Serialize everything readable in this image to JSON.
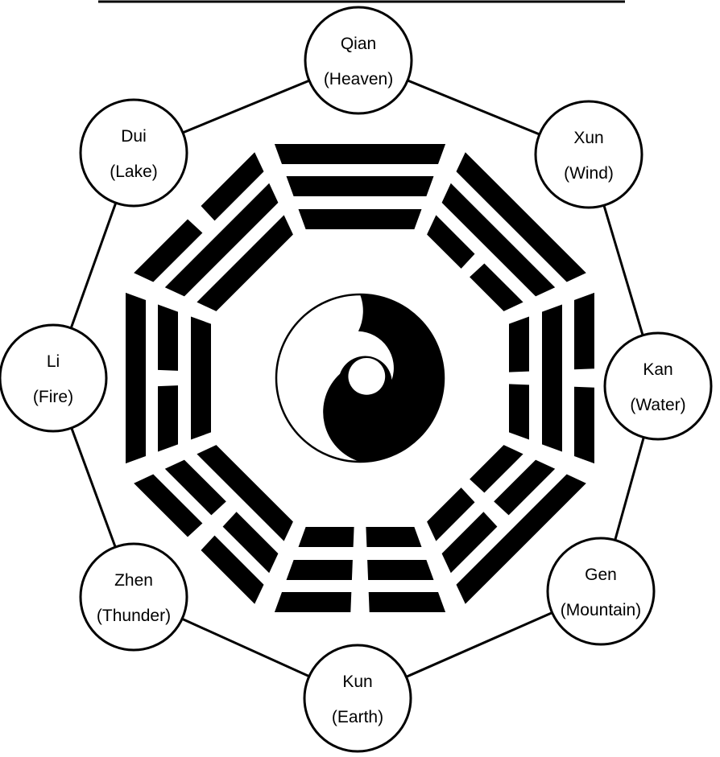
{
  "colors": {
    "ink": "#000000",
    "paper": "#ffffff"
  },
  "trigrams": [
    {
      "name": "Qian",
      "meaning": "(Heaven)",
      "lines": [
        "yang",
        "yang",
        "yang"
      ]
    },
    {
      "name": "Xun",
      "meaning": "(Wind)",
      "lines": [
        "yang",
        "yang",
        "yin"
      ]
    },
    {
      "name": "Kan",
      "meaning": "(Water)",
      "lines": [
        "yin",
        "yang",
        "yin"
      ]
    },
    {
      "name": "Gen",
      "meaning": "(Mountain)",
      "lines": [
        "yang",
        "yin",
        "yin"
      ]
    },
    {
      "name": "Kun",
      "meaning": "(Earth)",
      "lines": [
        "yin",
        "yin",
        "yin"
      ]
    },
    {
      "name": "Zhen",
      "meaning": "(Thunder)",
      "lines": [
        "yin",
        "yin",
        "yang"
      ]
    },
    {
      "name": "Li",
      "meaning": "(Fire)",
      "lines": [
        "yang",
        "yin",
        "yang"
      ]
    },
    {
      "name": "Dui",
      "meaning": "(Lake)",
      "lines": [
        "yin",
        "yang",
        "yang"
      ]
    }
  ],
  "center_symbol": "taiji"
}
